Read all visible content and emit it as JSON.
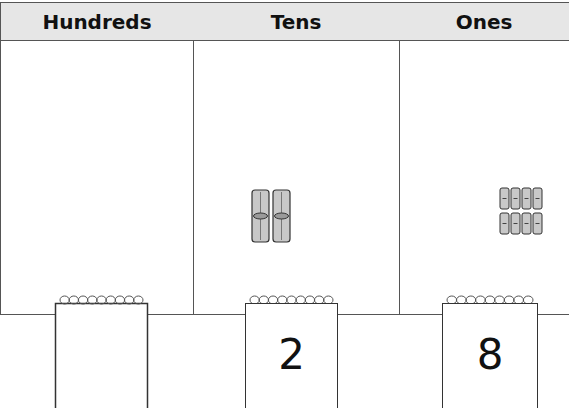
{
  "diagram": {
    "nodes": [
      {
        "text": [
          "Hundreds"
        ]
      },
      {
        "text": [
          "Tens"
        ]
      },
      {
        "text": [
          "Ones"
        ]
      },
      {
        "text": [
          "2"
        ]
      },
      {
        "text": [
          "8"
        ]
      }
    ]
  }
}
